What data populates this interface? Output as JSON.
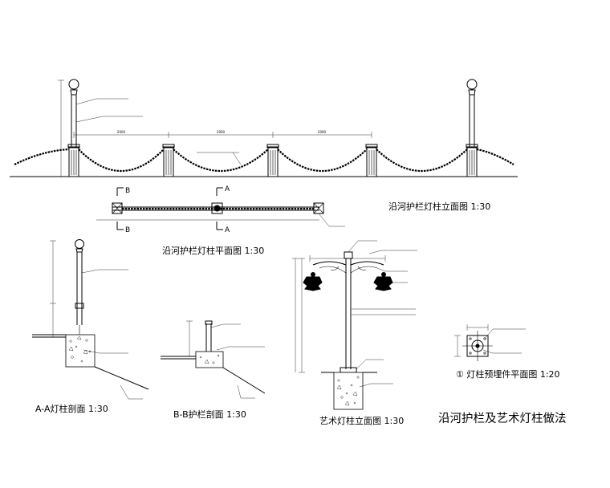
{
  "drawing": {
    "main_title": "沿河护栏及艺术灯柱做法",
    "views": {
      "elevation": {
        "title": "沿河护栏灯柱立面图  1:30",
        "dims": [
          "2000",
          "2000",
          "2000"
        ]
      },
      "plan": {
        "title": "沿河护栏灯柱平面图  1:30",
        "section_a": "A",
        "section_b": "B"
      },
      "section_aa": {
        "title": "A-A灯柱剖面  1:30"
      },
      "section_bb": {
        "title": "B-B护栏剖面  1:30"
      },
      "art_lamp": {
        "title": "艺术灯柱立面图  1:30"
      },
      "detail_1": {
        "title": "①  灯柱预埋件平面图  1:20"
      }
    }
  }
}
